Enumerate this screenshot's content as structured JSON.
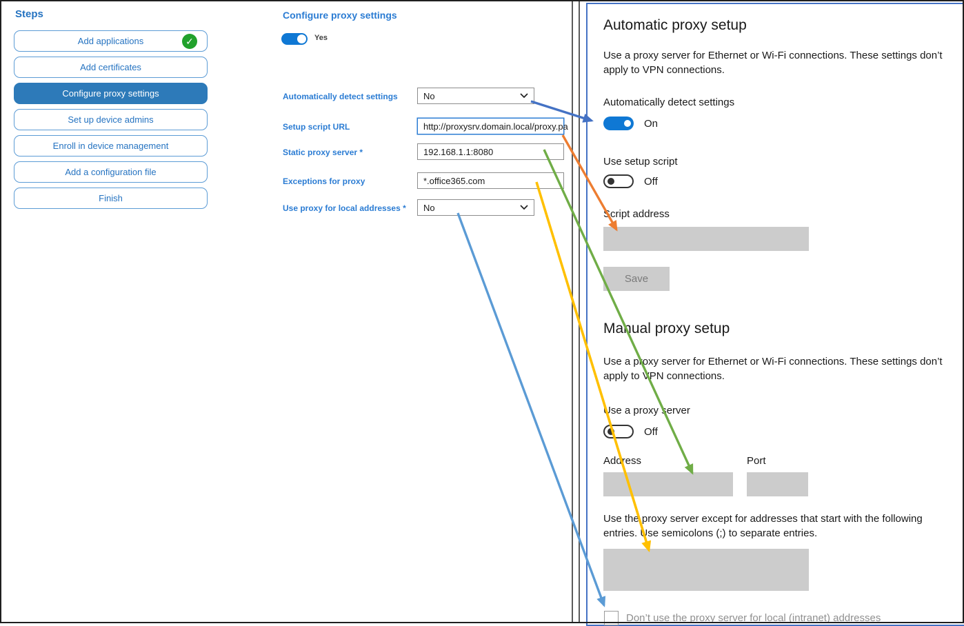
{
  "sidebar": {
    "title": "Steps",
    "items": [
      {
        "label": "Add applications",
        "completed": true
      },
      {
        "label": "Add certificates"
      },
      {
        "label": "Configure proxy settings",
        "selected": true
      },
      {
        "label": "Set up device admins"
      },
      {
        "label": "Enroll in device management"
      },
      {
        "label": "Add a configuration file"
      },
      {
        "label": "Finish"
      }
    ]
  },
  "form": {
    "heading": "Configure proxy settings",
    "enabled_toggle_label": "Yes",
    "fields": [
      {
        "label": "Automatically detect settings",
        "type": "select",
        "value": "No"
      },
      {
        "label": "Setup script URL",
        "type": "text",
        "value": "http://proxysrv.domain.local/proxy.pa"
      },
      {
        "label": "Static proxy server *",
        "type": "text",
        "value": "192.168.1.1:8080"
      },
      {
        "label": "Exceptions for proxy",
        "type": "text",
        "value": "*.office365.com"
      },
      {
        "label": "Use proxy for local addresses *",
        "type": "select",
        "value": "No"
      }
    ]
  },
  "settings_panel": {
    "automatic": {
      "heading": "Automatic proxy setup",
      "description": "Use a proxy server for Ethernet or Wi-Fi connections. These settings don’t apply to VPN connections.",
      "detect_label": "Automatically detect settings",
      "detect_state": "On",
      "script_toggle_label": "Use setup script",
      "script_toggle_state": "Off",
      "script_address_label": "Script address",
      "save_label": "Save"
    },
    "manual": {
      "heading": "Manual proxy setup",
      "description": "Use a proxy server for Ethernet or Wi-Fi connections. These settings don’t apply to VPN connections.",
      "proxy_toggle_label": "Use a proxy server",
      "proxy_toggle_state": "Off",
      "address_label": "Address",
      "port_label": "Port",
      "exceptions_description": "Use the proxy server except for addresses that start with the following entries. Use semicolons (;) to separate entries.",
      "intranet_checkbox_label": "Don’t use the proxy server for local (intranet) addresses"
    }
  },
  "colors": {
    "accent_toggle": "#0f78d4",
    "panel_border": "#4472c4",
    "sidebar_selected": "#2d7ab9",
    "check_green": "#21a12c",
    "arrow_blue": "#4472c4",
    "arrow_orange": "#ed7d31",
    "arrow_green": "#70ad47",
    "arrow_yellow": "#ffc000",
    "arrow_lightblue": "#5b9bd5",
    "disabled_fill": "#cccccc"
  }
}
